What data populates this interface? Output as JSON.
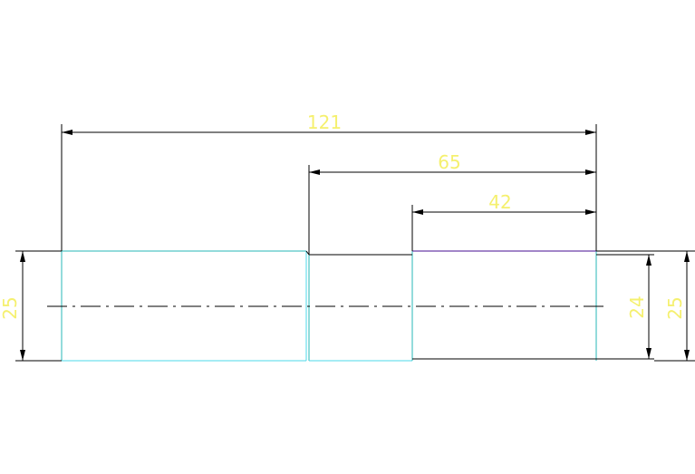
{
  "drawing": {
    "colors": {
      "background": "#ffffff",
      "dimension_line": "#000000",
      "dimension_text": "#f5f06e",
      "part_outline": "#27b7b7",
      "part_outline_light": "#4ed8e8",
      "top_edge_highlight": "#6a3fa6",
      "center_line": "#000000"
    },
    "dimensions": {
      "overall_length": "121",
      "middle_length": "65",
      "right_length": "42",
      "left_diameter": "25",
      "right_inner_diameter": "24",
      "right_outer_diameter": "25"
    }
  }
}
